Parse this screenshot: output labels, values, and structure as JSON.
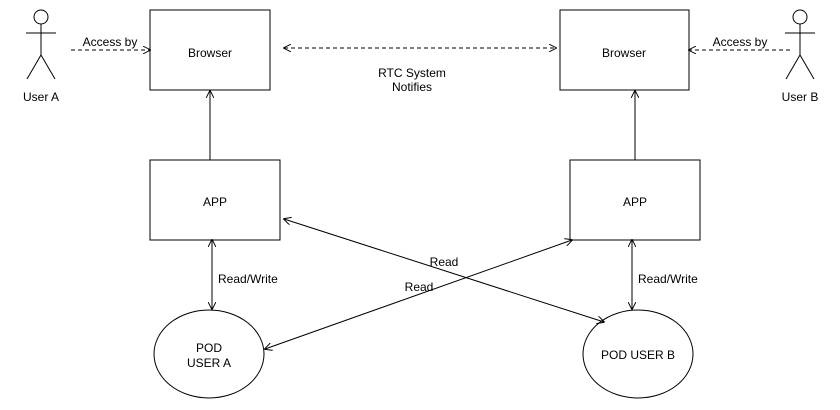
{
  "actors": {
    "user_a": {
      "label": "User A"
    },
    "user_b": {
      "label": "User B"
    }
  },
  "boxes": {
    "browser_a": {
      "label": "Browser"
    },
    "browser_b": {
      "label": "Browser"
    },
    "app_a": {
      "label": "APP"
    },
    "app_b": {
      "label": "APP"
    }
  },
  "pods": {
    "pod_a": {
      "line1": "POD",
      "line2": "USER A"
    },
    "pod_b": {
      "label": "POD USER B"
    }
  },
  "edges": {
    "access_a": "Access by",
    "access_b": "Access by",
    "rtc_line1": "RTC System",
    "rtc_line2": "Notifies",
    "rw_a": "Read/Write",
    "rw_b": "Read/Write",
    "read_upper": "Read",
    "read_lower": "Read"
  }
}
